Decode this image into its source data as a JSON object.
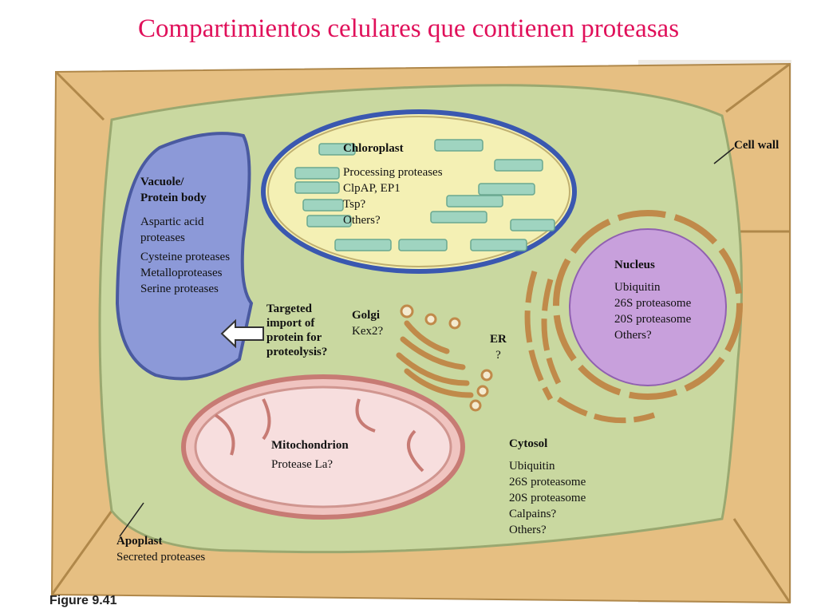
{
  "title": "Compartimientos celulares que contienen proteasas",
  "labels": {
    "cell_wall": "Cell wall",
    "vacuole": {
      "title1": "Vacuole/",
      "title2": "Protein body",
      "items": [
        "Aspartic acid",
        "proteases",
        "Cysteine proteases",
        "Metalloproteases",
        "Serine proteases"
      ]
    },
    "chloroplast": {
      "title": "Chloroplast",
      "items": [
        "Processing proteases",
        "ClpAP, EP1",
        "Tsp?",
        "Others?"
      ]
    },
    "nucleus": {
      "title": "Nucleus",
      "items": [
        "Ubiquitin",
        "26S proteasome",
        "20S proteasome",
        "Others?"
      ]
    },
    "targeted": [
      "Targeted",
      "import of",
      "protein for",
      "proteolysis?"
    ],
    "golgi": {
      "title": "Golgi",
      "item": "Kex2?"
    },
    "er": {
      "title": "ER",
      "item": "?"
    },
    "mitochondrion": {
      "title": "Mitochondrion",
      "item": "Protease La?"
    },
    "cytosol": {
      "title": "Cytosol",
      "items": [
        "Ubiquitin",
        "26S proteasome",
        "20S proteasome",
        "Calpains?",
        "Others?"
      ]
    },
    "apoplast": {
      "title": "Apoplast",
      "item": "Secreted proteases"
    }
  },
  "caption": "Figure 9.41",
  "colors": {
    "title": "#e0105a",
    "cell_wall": "#e8c080",
    "cytoplasm": "#c9d8a0",
    "vacuole": "#8c99d8",
    "chloroplast": "#f4f0b4",
    "thylakoid": "#9fd4c0",
    "nucleus": "#c8a0dc",
    "mitochondrion": "#f0c4c0"
  }
}
